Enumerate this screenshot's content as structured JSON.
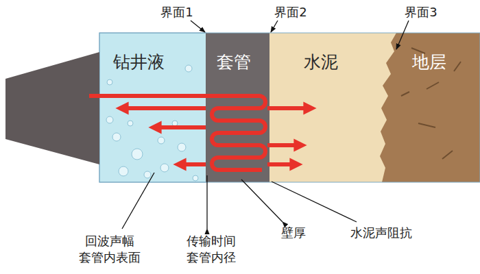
{
  "diagram": {
    "nodes": [
      {
        "text": [
          "钻井液"
        ]
      },
      {
        "text": [
          "套管"
        ]
      },
      {
        "text": [
          "水泥"
        ]
      },
      {
        "text": [
          "地层"
        ]
      }
    ],
    "labels": [
      "界面1",
      "界面2",
      "界面3",
      "回波声幅 套管内表面",
      "传输时间 套管内径",
      "壁厚",
      "水泥声阻抗"
    ]
  }
}
